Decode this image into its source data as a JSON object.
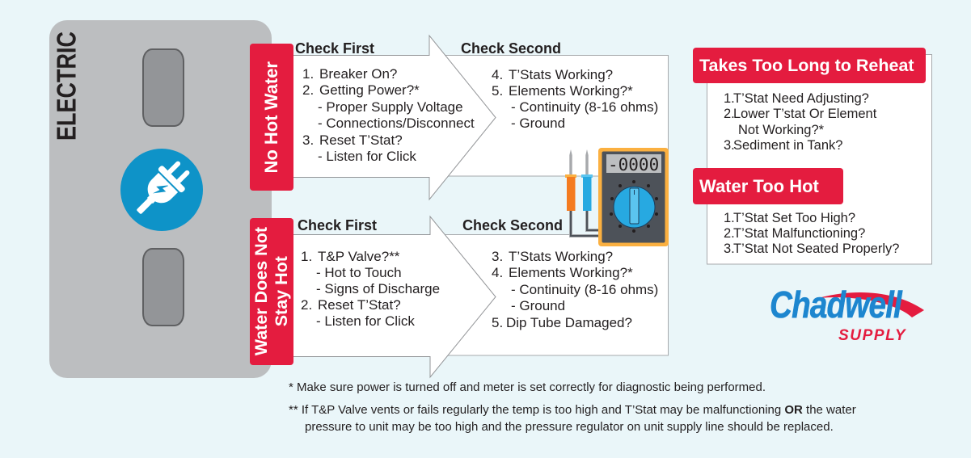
{
  "colors": {
    "background": "#eaf6f9",
    "heater_panel": "#bcbec0",
    "accent_red": "#e41c3f",
    "plug_badge_blue": "#0e93c8",
    "logo_blue": "#1d86cf",
    "meter_orange": "#fbb040",
    "meter_body": "#4d5259"
  },
  "heater": {
    "title": "ELECTRIC",
    "icon": "electric-plug-icon"
  },
  "sections": [
    {
      "label": "No Hot Water",
      "check_first": {
        "heading": "Check First",
        "lines": [
          {
            "num": "1.",
            "text": "Breaker On?"
          },
          {
            "num": "2.",
            "text": "Getting Power?*"
          },
          {
            "text": "- Proper Supply Voltage"
          },
          {
            "text": "- Connections/Disconnect"
          },
          {
            "num": "3.",
            "text": "Reset T’Stat?"
          },
          {
            "text": "- Listen for Click"
          }
        ]
      },
      "check_second": {
        "heading": "Check Second",
        "lines": [
          {
            "num": "4.",
            "text": "T’Stats Working?"
          },
          {
            "num": "5.",
            "text": "Elements Working?*"
          },
          {
            "text": "- Continuity (8-16 ohms)"
          },
          {
            "text": "- Ground"
          }
        ]
      }
    },
    {
      "label_lines": [
        "Water Does Not",
        "Stay Hot"
      ],
      "check_first": {
        "heading": "Check First",
        "lines": [
          {
            "num": "1.",
            "text": "T&P Valve?**"
          },
          {
            "text": "- Hot to Touch"
          },
          {
            "text": "- Signs of Discharge"
          },
          {
            "num": "2.",
            "text": "Reset T’Stat?"
          },
          {
            "text": "- Listen for Click"
          }
        ]
      },
      "check_second": {
        "heading": "Check Second",
        "lines": [
          {
            "num": "3.",
            "text": "T’Stats Working?"
          },
          {
            "num": "4.",
            "text": "Elements Working?*"
          },
          {
            "text": "- Continuity (8-16 ohms)"
          },
          {
            "text": "- Ground"
          },
          {
            "num": "5.",
            "text": "Dip Tube Damaged?"
          }
        ]
      }
    }
  ],
  "meter": {
    "display": "-0000",
    "icon": "multimeter-icon"
  },
  "side_issues": [
    {
      "title": "Takes Too Long to Reheat",
      "lines": [
        {
          "num": "1.",
          "text": "T’Stat Need Adjusting?"
        },
        {
          "num": "2.",
          "text": "Lower T’stat Or Element"
        },
        {
          "text": "Not Working?*"
        },
        {
          "num": "3.",
          "text": "Sediment in Tank?"
        }
      ]
    },
    {
      "title": "Water Too Hot",
      "lines": [
        {
          "num": "1.",
          "text": "T’Stat Set Too High?"
        },
        {
          "num": "2.",
          "text": "T’Stat Malfunctioning?"
        },
        {
          "num": "3.",
          "text": "T’Stat Not Seated Properly?"
        }
      ]
    }
  ],
  "logo": {
    "name": "Chadwell",
    "tagline": "SUPPLY"
  },
  "footnotes": [
    {
      "text": "* Make sure power is turned off and meter is set correctly for diagnostic being performed."
    },
    {
      "before": "** If T&P Valve vents or fails regularly the temp is too high and T’Stat may be malfunctioning ",
      "bold": "OR",
      "after": " the water",
      "continuation": "pressure to unit may be too high and the pressure regulator on unit supply line should be replaced."
    }
  ]
}
